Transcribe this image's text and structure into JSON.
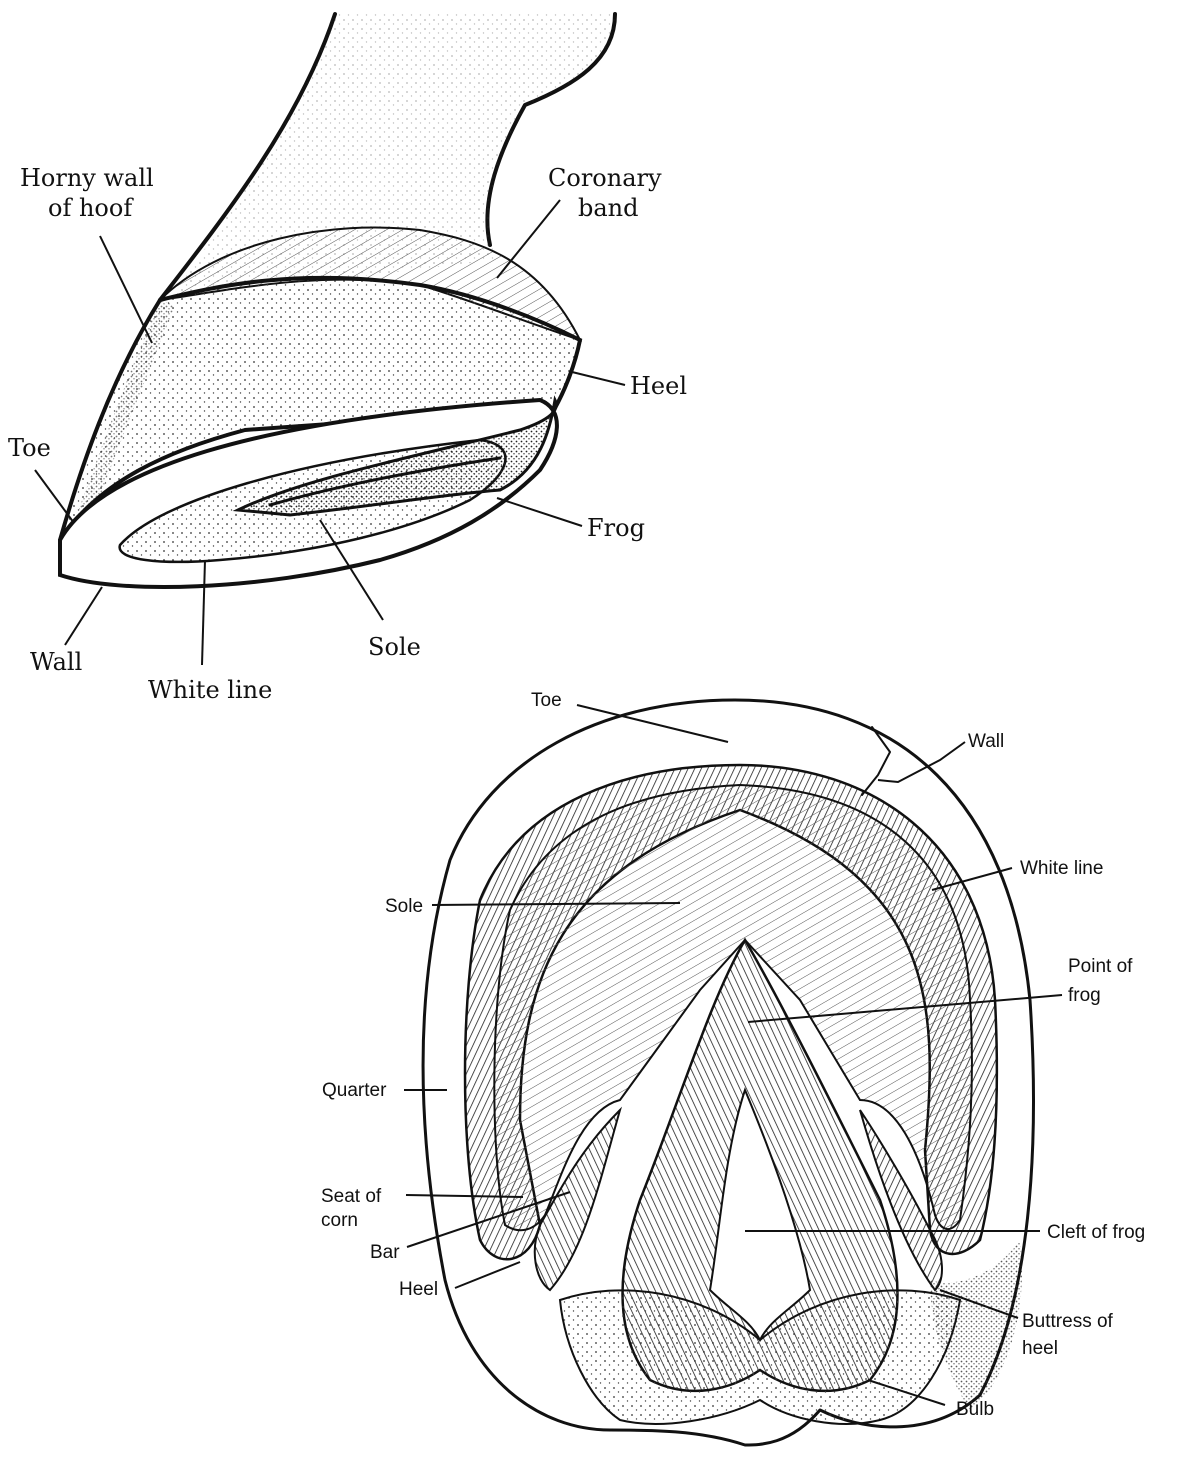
{
  "hoof_side_view": {
    "labels": {
      "horny_wall_l1": "Horny wall",
      "horny_wall_l2": "of hoof",
      "coronary_band_l1": "Coronary",
      "coronary_band_l2": "band",
      "heel": "Heel",
      "toe": "Toe",
      "frog": "Frog",
      "wall": "Wall",
      "sole": "Sole",
      "white_line": "White line"
    }
  },
  "hoof_ground_view": {
    "labels": {
      "toe": "Toe",
      "wall": "Wall",
      "white_line": "White line",
      "sole": "Sole",
      "point_of_frog_l1": "Point of",
      "point_of_frog_l2": "frog",
      "quarter": "Quarter",
      "seat_of_corn_l1": "Seat of",
      "seat_of_corn_l2": "corn",
      "bar": "Bar",
      "cleft_of_frog": "Cleft of frog",
      "heel": "Heel",
      "buttress_l1": "Buttress of",
      "buttress_l2": "heel",
      "bulb": "Bulb"
    }
  }
}
